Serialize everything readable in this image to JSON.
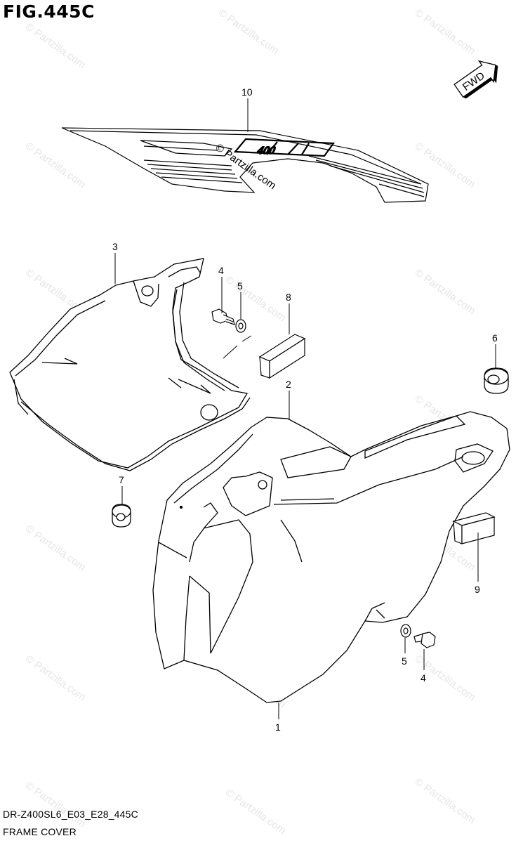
{
  "figure": {
    "title": "FIG.445C",
    "model_code": "DR-Z400SL6_E03_E28_445C",
    "name": "FRAME COVER"
  },
  "fwd_label": "FWD",
  "decal": {
    "model_text": "400",
    "watermark": "© Partzilla.com"
  },
  "watermark": {
    "text": "© Partzilla.com",
    "color": "#e6e6e6"
  },
  "callouts": [
    {
      "id": "callout-10",
      "label": "10"
    },
    {
      "id": "callout-3",
      "label": "3"
    },
    {
      "id": "callout-4a",
      "label": "4"
    },
    {
      "id": "callout-5a",
      "label": "5"
    },
    {
      "id": "callout-8",
      "label": "8"
    },
    {
      "id": "callout-6",
      "label": "6"
    },
    {
      "id": "callout-2",
      "label": "2"
    },
    {
      "id": "callout-7",
      "label": "7"
    },
    {
      "id": "callout-9",
      "label": "9"
    },
    {
      "id": "callout-5b",
      "label": "5"
    },
    {
      "id": "callout-4b",
      "label": "4"
    },
    {
      "id": "callout-1",
      "label": "1"
    }
  ],
  "colors": {
    "line": "#000000",
    "background": "#ffffff"
  }
}
